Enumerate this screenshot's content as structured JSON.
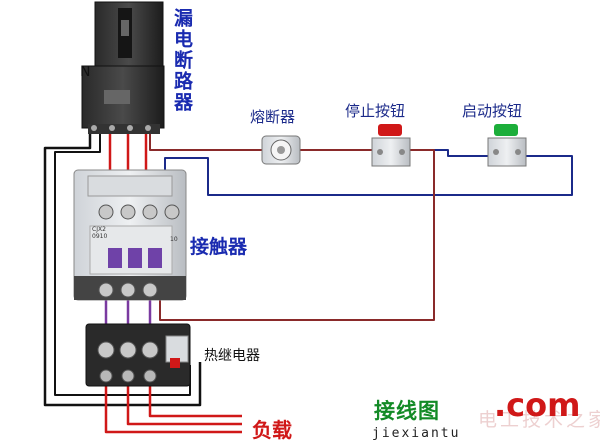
{
  "labels": {
    "breaker": "漏电断路器",
    "neutral": "N",
    "fuse": "熔断器",
    "stop_button": "停止按钮",
    "start_button": "启动按钮",
    "contactor": "接触器",
    "thermal_relay": "热继电器",
    "load": "负载"
  },
  "logo": {
    "name_cn": "接线图",
    "pinyin": "jiexiantu",
    "suffix": ".com",
    "watermark": "电工技术之家"
  },
  "contactor_panel": {
    "model": "CJX2\n0910",
    "number": "10"
  },
  "colors": {
    "wire_live": "#d01818",
    "wire_control": "#1b2a8a",
    "wire_return": "#8a2a2a",
    "wire_neutral": "#111111",
    "label_blue": "#1a2bb0",
    "stop_button": "#d01818",
    "start_button": "#1cae3a",
    "logo_green": "#138a26"
  }
}
